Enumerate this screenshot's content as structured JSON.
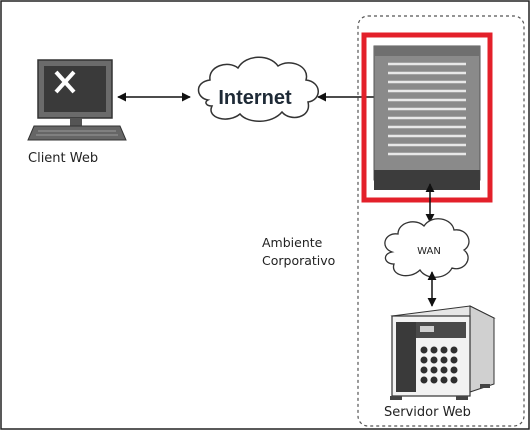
{
  "diagram": {
    "client_label": "Client Web",
    "internet_label": "Internet",
    "wan_label": "WAN",
    "environment_label_line1": "Ambiente",
    "environment_label_line2": "Corporativo",
    "server_label": "Servidor Web",
    "highlight_color": "#e3202a",
    "icons": [
      "computer-icon",
      "cloud-icon",
      "rack-server-icon",
      "tower-server-icon"
    ]
  }
}
